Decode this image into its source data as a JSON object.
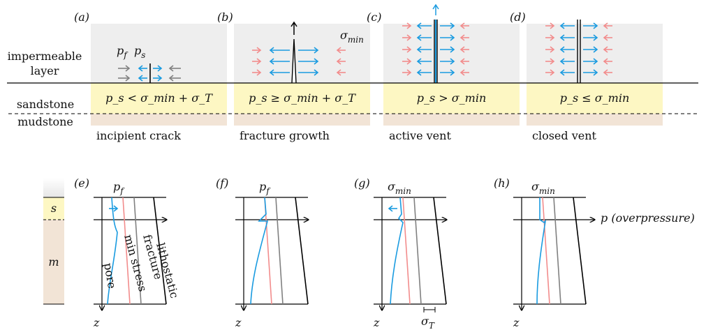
{
  "colors": {
    "pore": "#1a9be0",
    "min_stress": "#f28c8c",
    "fracture": "#808080",
    "lithostatic": "#000000",
    "layer_gray": "#eeeeee",
    "sandstone": "#fdf7c3",
    "mudstone": "#f2e4d6"
  },
  "top_panels": [
    {
      "tag": "(a)",
      "eq_text": "p_s < σ_min + σ_T",
      "caption": "incipient crack"
    },
    {
      "tag": "(b)",
      "eq_text": "p_s ≥ σ_min + σ_T",
      "caption": "fracture growth"
    },
    {
      "tag": "(c)",
      "eq_text": "p_s > σ_min",
      "caption": "active vent"
    },
    {
      "tag": "(d)",
      "eq_text": "p_s ≤ σ_min",
      "caption": "closed vent"
    }
  ],
  "layer_labels": {
    "impermeable_line1": "impermeable",
    "impermeable_line2": "layer",
    "sandstone": "sandstone",
    "mudstone": "mudstone"
  },
  "panel_a_labels": {
    "pf": "p",
    "pf_sub": "f",
    "ps": "p",
    "ps_sub": "s"
  },
  "panel_b_labels": {
    "sigma": "σ",
    "sigma_sub": "min"
  },
  "strip_labels": {
    "s": "s",
    "m": "m"
  },
  "bottom_panels": [
    {
      "tag": "(e)",
      "label_main": "p",
      "label_sub": "f"
    },
    {
      "tag": "(f)",
      "label_main": "p",
      "label_sub": "f"
    },
    {
      "tag": "(g)",
      "label_main": "σ",
      "label_sub": "min"
    },
    {
      "tag": "(h)",
      "label_main": "σ",
      "label_sub": "min"
    }
  ],
  "axis": {
    "x_label": "p (overpressure)",
    "z_label": "z",
    "sigma_T": "σ",
    "sigma_T_sub": "T"
  },
  "curve_labels": {
    "lithostatic": "lithostatic",
    "fracture": "fracture",
    "min_stress": "min stress",
    "pore": "pore"
  }
}
